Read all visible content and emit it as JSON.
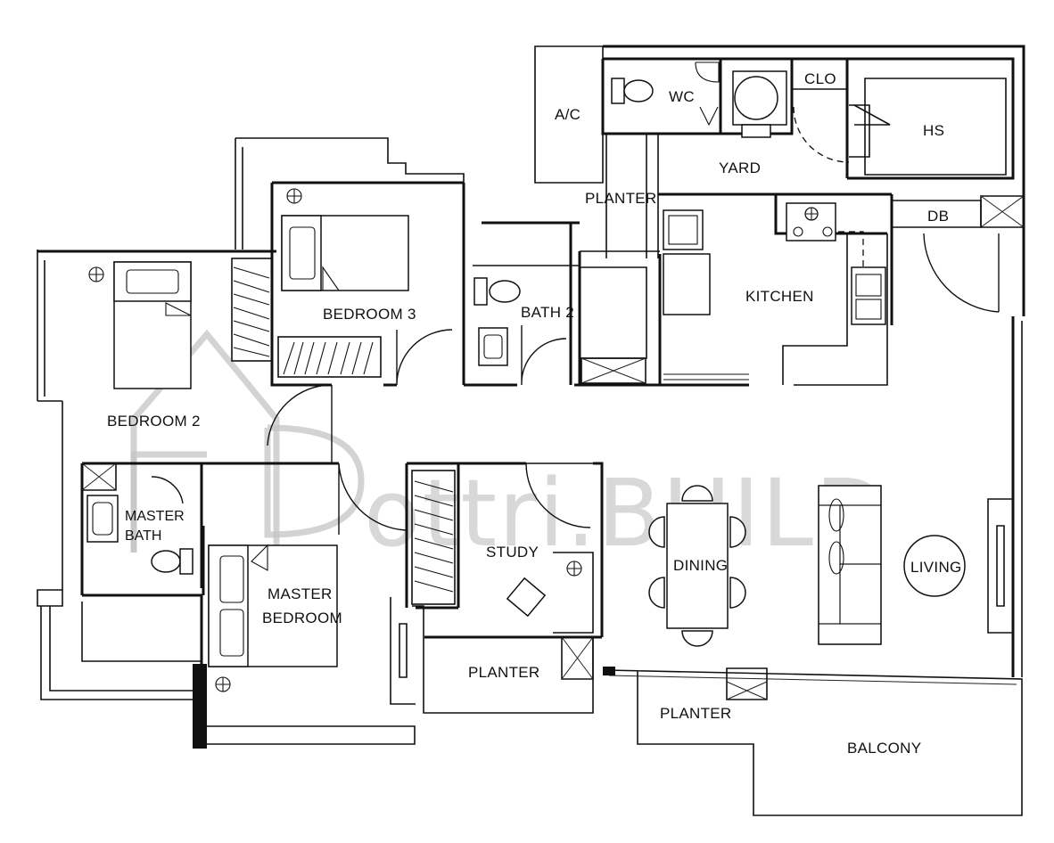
{
  "watermark": {
    "text": "ottri.BUILD"
  },
  "rooms": {
    "ac": "A/C",
    "wc": "WC",
    "clo": "CLO",
    "hs": "HS",
    "yard": "YARD",
    "planter_top": "PLANTER",
    "db": "DB",
    "kitchen": "KITCHEN",
    "bedroom3": "BEDROOM 3",
    "bath2": "BATH 2",
    "bedroom2": "BEDROOM 2",
    "master_bath_l1": "MASTER",
    "master_bath_l2": "BATH",
    "master_bedroom_l1": "MASTER",
    "master_bedroom_l2": "BEDROOM",
    "study": "STUDY",
    "dining": "DINING",
    "living": "LIVING",
    "planter_study": "PLANTER",
    "planter_balcony": "PLANTER",
    "balcony": "BALCONY"
  }
}
